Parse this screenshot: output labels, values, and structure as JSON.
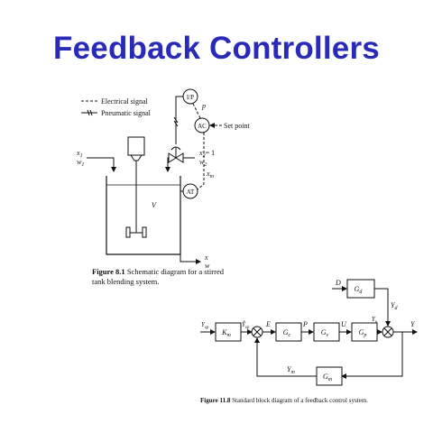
{
  "title": "Feedback Controllers",
  "fig1": {
    "legend_electrical": "Electrical signal",
    "legend_pneumatic": "Pneumatic signal",
    "ip": "I/P",
    "ac": "AC",
    "at": "AT",
    "set_point": "Set point",
    "p": "p",
    "x1": "x",
    "x1_sub": "1",
    "w1": "w",
    "w1_sub": "1",
    "x2": "x",
    "x2_sub": "2",
    "x2_eq": "= 1",
    "w2": "w",
    "w2_sub": "2",
    "xm": "x",
    "xm_sub": "m",
    "v": "V",
    "x_out": "x",
    "w_out": "w",
    "caption_bold": "Figure 8.1",
    "caption_text": "Schematic diagram for a stirred tank blending system."
  },
  "fig2": {
    "d": "D",
    "gd": "G",
    "gd_sub": "d",
    "yd": "Y",
    "yd_sub": "d",
    "ysp": "Y",
    "ysp_sub": "sp",
    "km": "K",
    "km_sub": "m",
    "ysp_tilde": "Ỹ",
    "ysp_tilde_sub": "sp",
    "e": "E",
    "gc": "G",
    "gc_sub": "c",
    "p": "P",
    "gv": "G",
    "gv_sub": "v",
    "u": "U",
    "gp": "G",
    "gp_sub": "p",
    "yu": "Y",
    "yu_sub": "u",
    "y": "Y",
    "ym": "Y",
    "ym_sub": "m",
    "gm": "G",
    "gm_sub": "m",
    "caption_bold": "Figure 11.8",
    "caption_text": "Standard block diagram of a feedback control system."
  }
}
